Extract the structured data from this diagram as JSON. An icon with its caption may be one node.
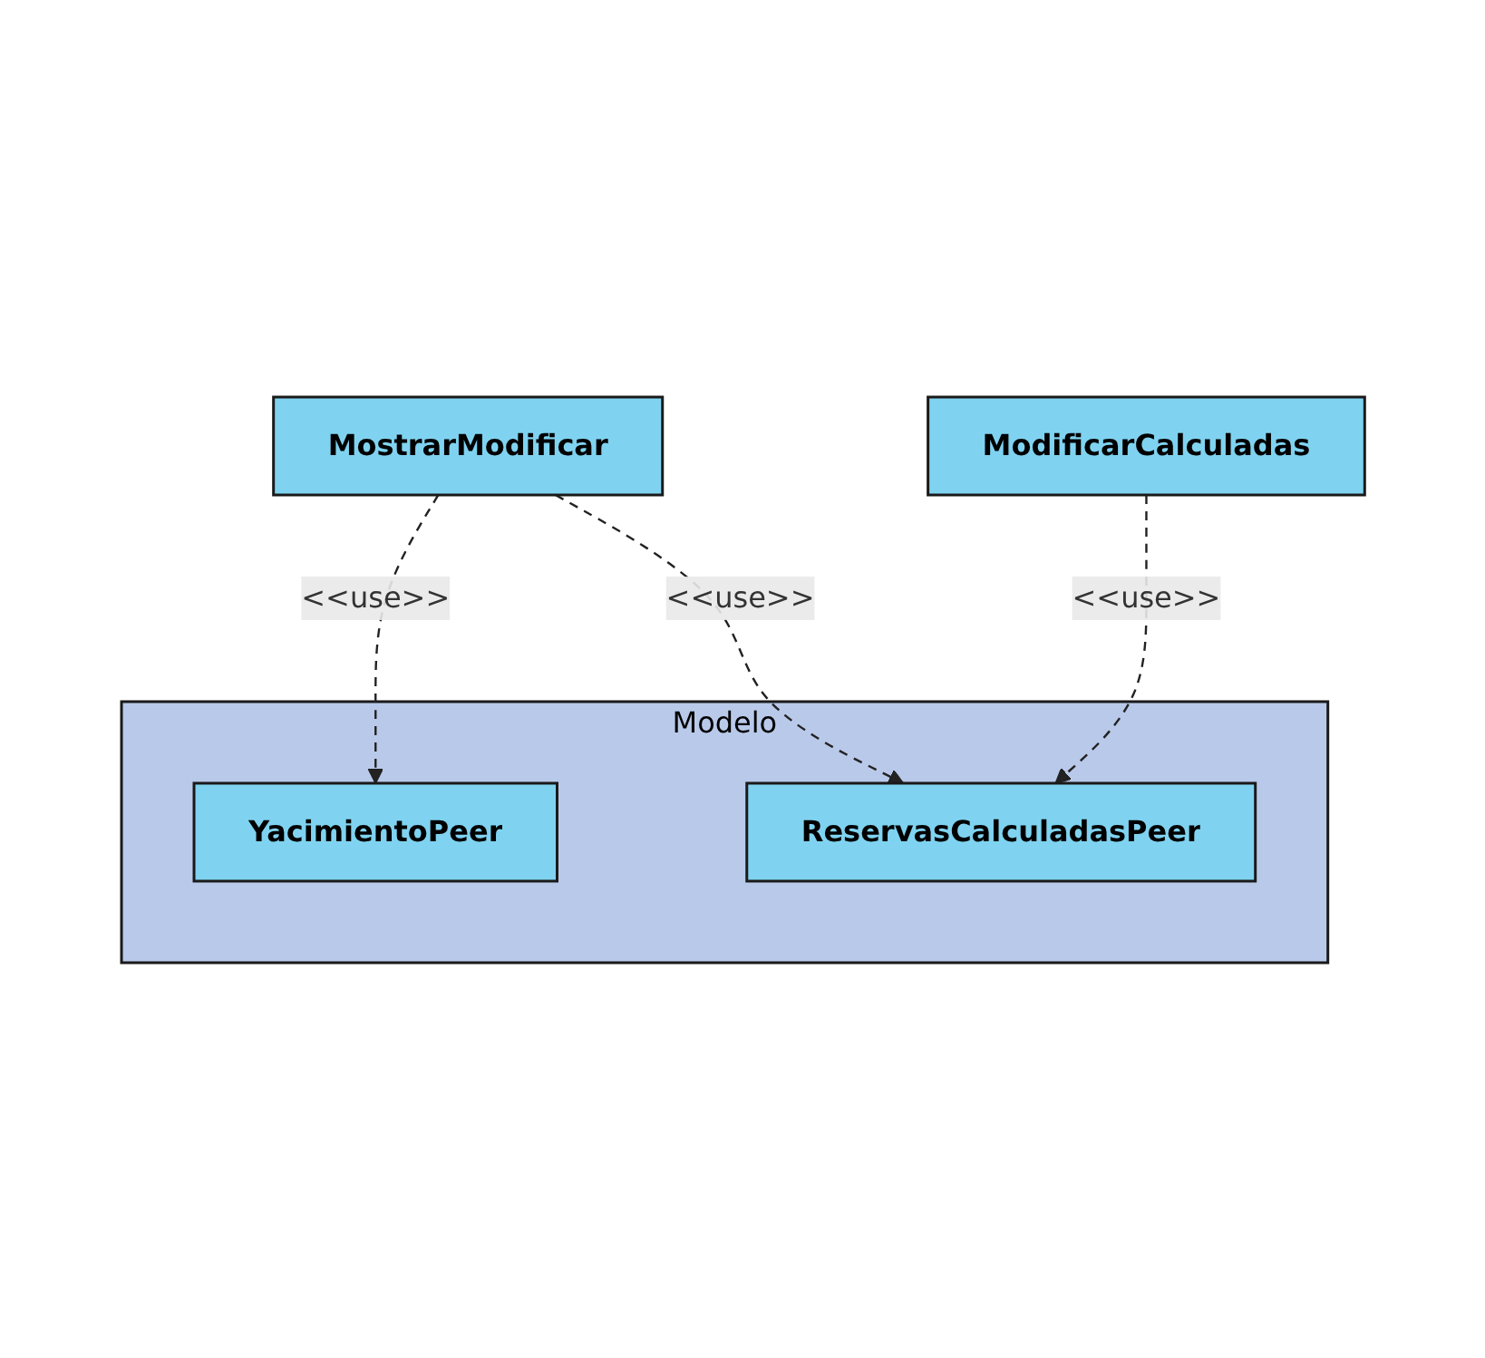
{
  "diagram": {
    "nodes": [
      {
        "text": [
          "MostrarModificar"
        ]
      },
      {
        "text": [
          "ModificarCalculadas"
        ]
      },
      {
        "text": [
          "Modelo"
        ]
      },
      {
        "text": [
          "YacimientoPeer"
        ],
        "in": 2
      },
      {
        "text": [
          "ReservasCalculadasPeer"
        ],
        "in": 2
      }
    ],
    "edges": [
      {
        "from": 0,
        "to": 3,
        "arrow": "to",
        "style": "dashed",
        "label": "<<use>>"
      },
      {
        "from": 0,
        "to": 4,
        "arrow": "to",
        "style": "dashed",
        "label": "<<use>>"
      },
      {
        "from": 1,
        "to": 4,
        "arrow": "to",
        "style": "dashed",
        "label": "<<use>>"
      }
    ]
  }
}
